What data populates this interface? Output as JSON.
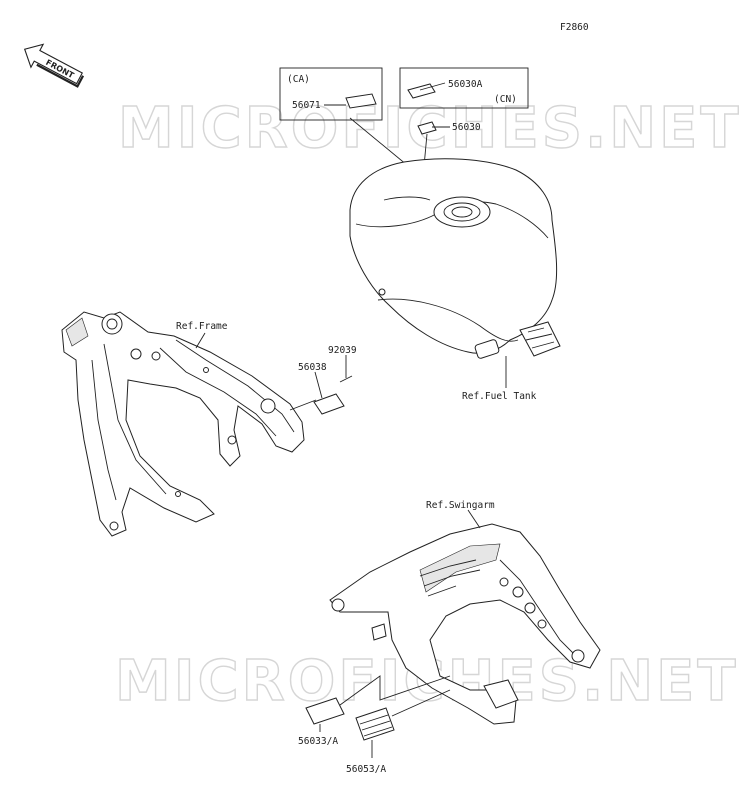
{
  "figure_id": "F2860",
  "front_badge": "FRONT",
  "watermark_text": "MICROFICHES.NET",
  "boxes": {
    "ca": {
      "region": "(CA)",
      "part": "56071"
    },
    "cn": {
      "region": "(CN)",
      "part": "56030A"
    }
  },
  "labels": {
    "p56030": "56030",
    "p92039": "92039",
    "p56038": "56038",
    "p56033A": "56033/A",
    "p56053A": "56053/A",
    "ref_frame": "Ref.Frame",
    "ref_fuel_tank": "Ref.Fuel Tank",
    "ref_swingarm": "Ref.Swingarm"
  },
  "colors": {
    "line": "#222222",
    "watermark": "#d6d6d6"
  }
}
